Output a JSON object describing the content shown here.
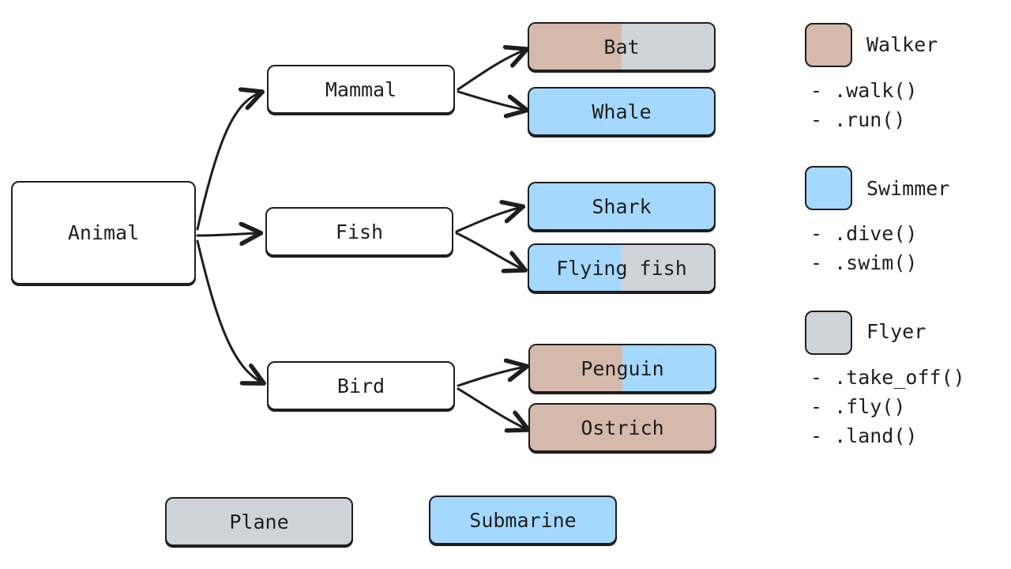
{
  "colors": {
    "walker": "#d5b9ab",
    "swimmer": "#a5d8ff",
    "flyer": "#ced4da",
    "stroke": "#1e1e1e",
    "white": "#ffffff"
  },
  "nodes": {
    "animal": {
      "label": "Animal"
    },
    "mammal": {
      "label": "Mammal"
    },
    "fish": {
      "label": "Fish"
    },
    "bird": {
      "label": "Bird"
    },
    "bat": {
      "label": "Bat"
    },
    "whale": {
      "label": "Whale"
    },
    "shark": {
      "label": "Shark"
    },
    "flying_fish": {
      "label": "Flying fish"
    },
    "penguin": {
      "label": "Penguin"
    },
    "ostrich": {
      "label": "Ostrich"
    },
    "plane": {
      "label": "Plane"
    },
    "submarine": {
      "label": "Submarine"
    }
  },
  "legend": {
    "walker": {
      "title": "Walker",
      "methods": [
        "- .walk()",
        "- .run()"
      ]
    },
    "swimmer": {
      "title": "Swimmer",
      "methods": [
        "- .dive()",
        "- .swim()"
      ]
    },
    "flyer": {
      "title": "Flyer",
      "methods": [
        "- .take_off()",
        "- .fly()",
        "- .land()"
      ]
    }
  }
}
